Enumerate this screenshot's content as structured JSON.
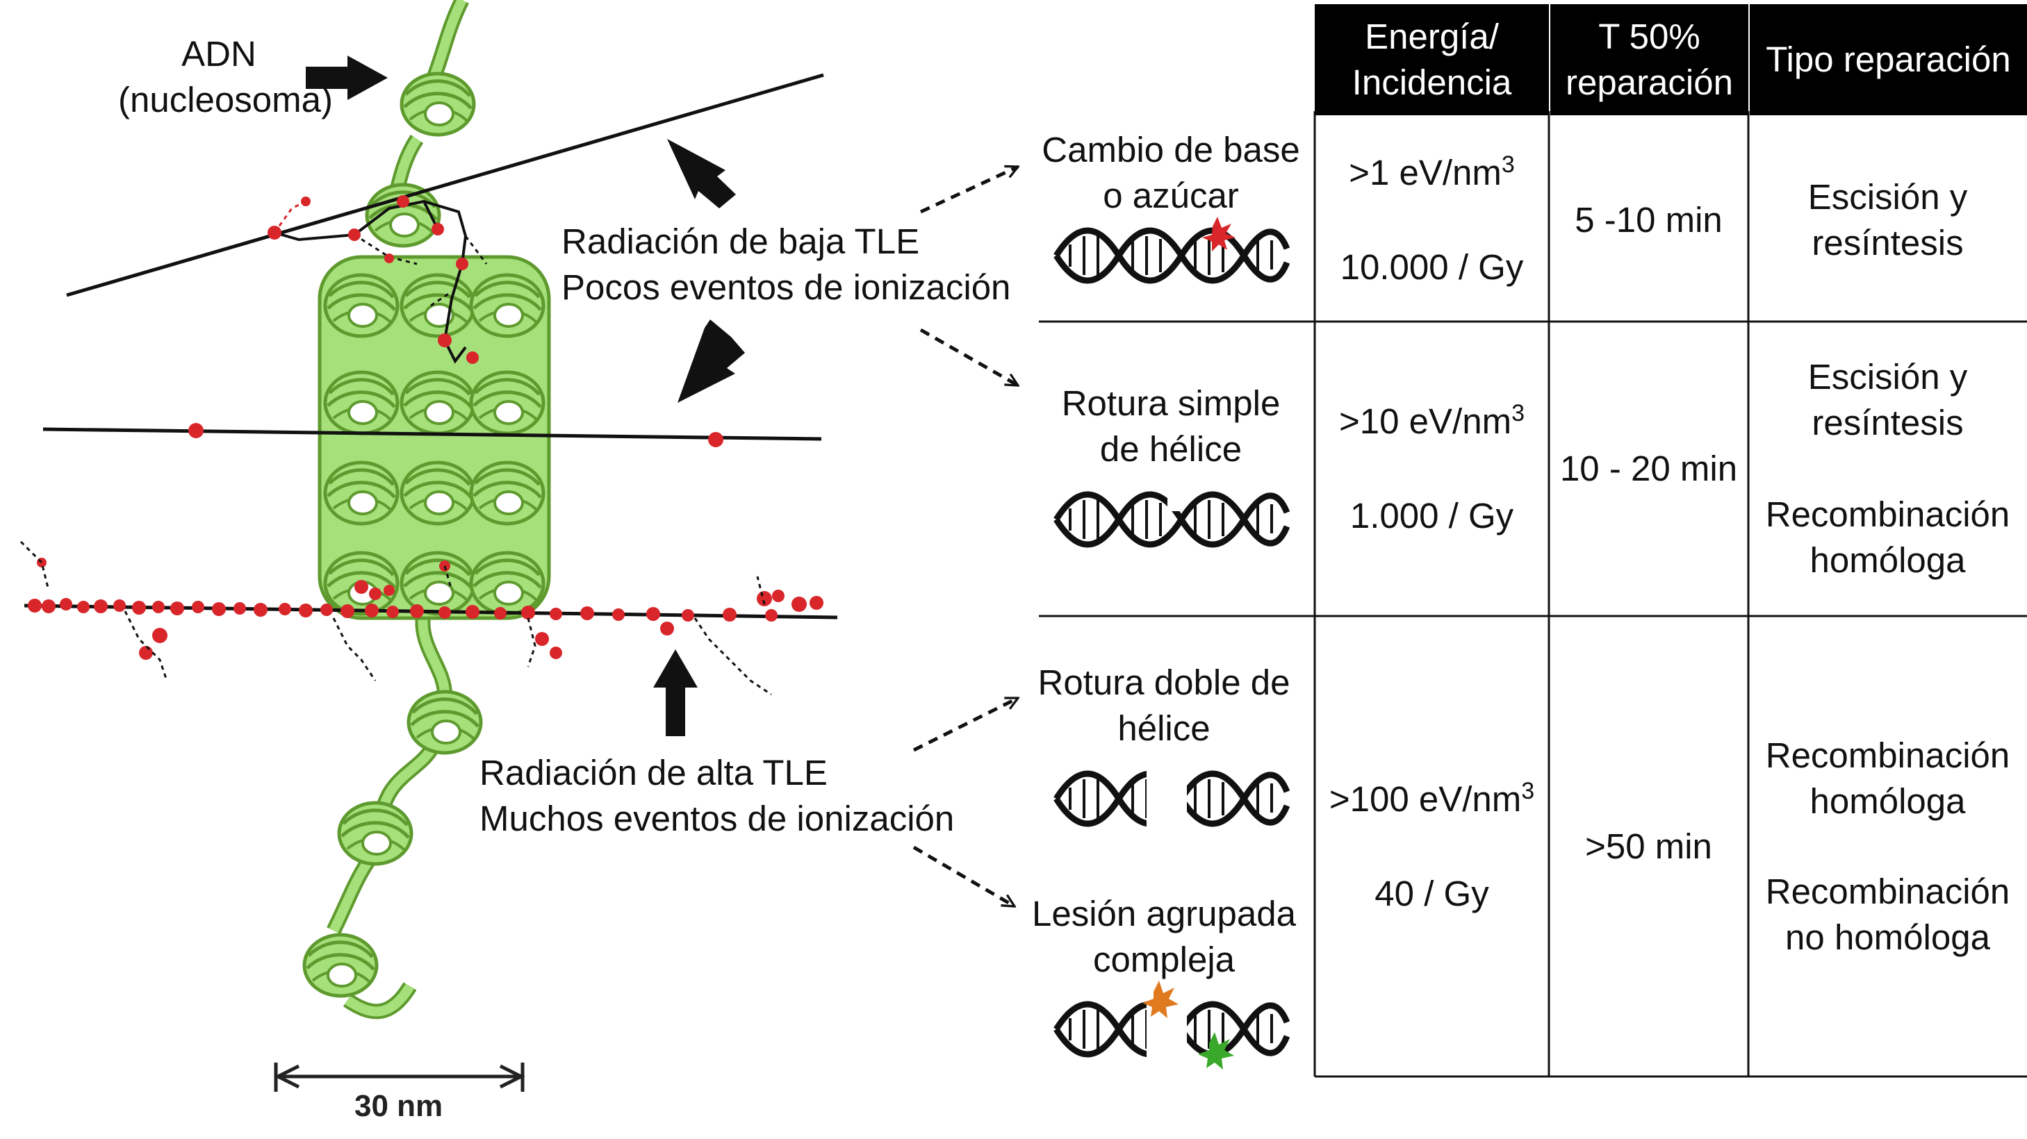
{
  "labels": {
    "dna_title_1": "ADN",
    "dna_title_2": "(nucleosoma)",
    "low_let_1": "Radiación de baja TLE",
    "low_let_2": "Pocos eventos de ionización",
    "high_let_1": "Radiación de alta TLE",
    "high_let_2": "Muchos eventos de ionización",
    "scale": "30 nm"
  },
  "lesions": [
    {
      "line1": "Cambio de base",
      "line2": "o azúcar"
    },
    {
      "line1": "Rotura simple",
      "line2": "de hélice"
    },
    {
      "line1": "Rotura doble de",
      "line2": "hélice"
    },
    {
      "line1": "Lesión agrupada",
      "line2": "compleja"
    }
  ],
  "table": {
    "headers": [
      {
        "line1": "Energía/",
        "line2": "Incidencia"
      },
      {
        "line1": "T 50%",
        "line2": "reparación"
      },
      {
        "line1": "Tipo reparación",
        "line2": ""
      }
    ],
    "rows": [
      {
        "energy_base": ">1 eV/nm",
        "energy_exp": "3",
        "incidence": "10.000 / Gy",
        "time": "5 -10 min",
        "repair": [
          "Escisión y",
          "resíntesis"
        ]
      },
      {
        "energy_base": ">10 eV/nm",
        "energy_exp": "3",
        "incidence": "1.000 / Gy",
        "time": "10 - 20 min",
        "repair": [
          "Escisión y",
          "resíntesis",
          "Recombinación",
          "homóloga"
        ]
      },
      {
        "energy_base": ">100 eV/nm",
        "energy_exp": "3",
        "incidence": "40 / Gy",
        "time": ">50 min",
        "repair": [
          "Recombinación",
          "homóloga",
          "Recombinación",
          "no homóloga"
        ]
      }
    ]
  },
  "colors": {
    "chromatin": "#a6e07a",
    "chromatin_stroke": "#5e9a2e",
    "ionization": "#d8262a",
    "header_bg": "#000000",
    "damage_orange": "#e07a1e",
    "damage_green": "#3aa82a"
  }
}
